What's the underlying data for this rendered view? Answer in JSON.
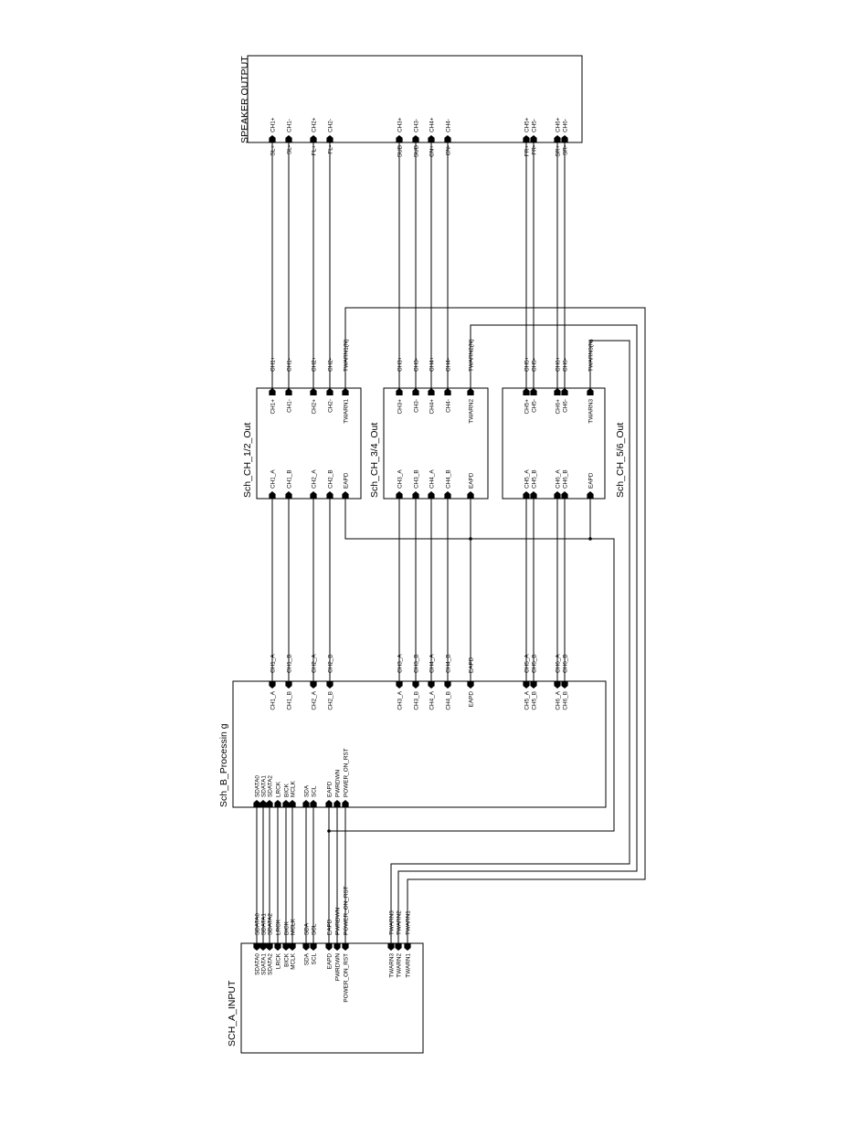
{
  "blocks": {
    "speaker": {
      "title": "SPEAKER OUTPUT",
      "pins": [
        "CH1+",
        "CH1-",
        "CH2+",
        "CH2-",
        "CH3+",
        "CH3-",
        "CH4+",
        "CH4-",
        "CH5+",
        "CH5-",
        "CH6+",
        "CH6-"
      ],
      "nets": [
        "SL+",
        "SL-",
        "FL+",
        "FL-",
        "SUB",
        "SUB",
        "CN+",
        "CN-",
        "FR+",
        "FR-",
        "SR+",
        "SR-"
      ]
    },
    "ch12": {
      "title": "Sch_CH_1/2_Out",
      "top_pins": [
        "CH1+",
        "CH1-",
        "CH2+",
        "CH2-",
        "TWARN1"
      ],
      "bottom_pins": [
        "CH1_A",
        "CH1_B",
        "CH2_A",
        "CH2_B",
        "EAPD"
      ],
      "top_nets": [
        "CH1+",
        "CH1-",
        "CH2+",
        "CH2-",
        "TWARN1(N)"
      ]
    },
    "ch34": {
      "title": "Sch_CH_3/4_Out",
      "top_pins": [
        "CH3+",
        "CH3-",
        "CH4+",
        "CH4-",
        "TWARN2"
      ],
      "bottom_pins": [
        "CH3_A",
        "CH3_B",
        "CH4_A",
        "CH4_B",
        "EAPD"
      ],
      "top_nets": [
        "CH3+",
        "CH3-",
        "CH4+",
        "CH4-",
        "TWARN2(N)"
      ]
    },
    "ch56": {
      "title": "Sch_CH_5/6_Out",
      "top_pins": [
        "CH5+",
        "CH5-",
        "CH6+",
        "CH6-",
        "TWARN3"
      ],
      "bottom_pins": [
        "CH5_A",
        "CH5_B",
        "CH6_A",
        "CH6_B",
        "EAPD"
      ],
      "top_nets": [
        "CH5+",
        "CH5-",
        "CH6+",
        "CH6-",
        "TWARN3(N)"
      ]
    },
    "proc": {
      "title": "Sch_B_Processin g",
      "top_pins": [
        "CH1_A",
        "CH1_B",
        "CH2_A",
        "CH2_B",
        "CH3_A",
        "CH3_B",
        "CH4_A",
        "CH4_B",
        "EAPD",
        "CH5_A",
        "CH5_B",
        "CH6_A",
        "CH6_B"
      ],
      "top_nets": [
        "CH1_A",
        "CH1_B",
        "CH2_A",
        "CH2_B",
        "CH3_A",
        "CH3_B",
        "CH4_A",
        "CH4_B",
        "EAPD",
        "CH5_A",
        "CH5_B",
        "CH6_A",
        "CH6_B"
      ],
      "bottom_pins": [
        "SDATA0",
        "SDATA1",
        "SDATA2",
        "LRCK",
        "BICK",
        "MCLK",
        "SDA",
        "SCL",
        "EAPD",
        "PWRDWN",
        "POWER_ON_RST"
      ]
    },
    "input": {
      "title": "SCH_A_INPUT",
      "pins": [
        "SDATA0",
        "SDATA1",
        "SDATA2",
        "LRCK",
        "BICK",
        "MCLK",
        "SDA",
        "SCL",
        "EAPD",
        "PWRDWN",
        "POWER_ON_RST",
        "TWARN3",
        "TWARN2",
        "TWARN1"
      ],
      "nets": [
        "SDATA0",
        "SDATA1",
        "SDATA2",
        "LRCK",
        "BICK",
        "MCLK",
        "SDA",
        "SCL",
        "EAPD",
        "PWRDWN",
        "POWER_ON_RST",
        "TWARN3",
        "TWARN2",
        "TWARN1"
      ]
    }
  }
}
